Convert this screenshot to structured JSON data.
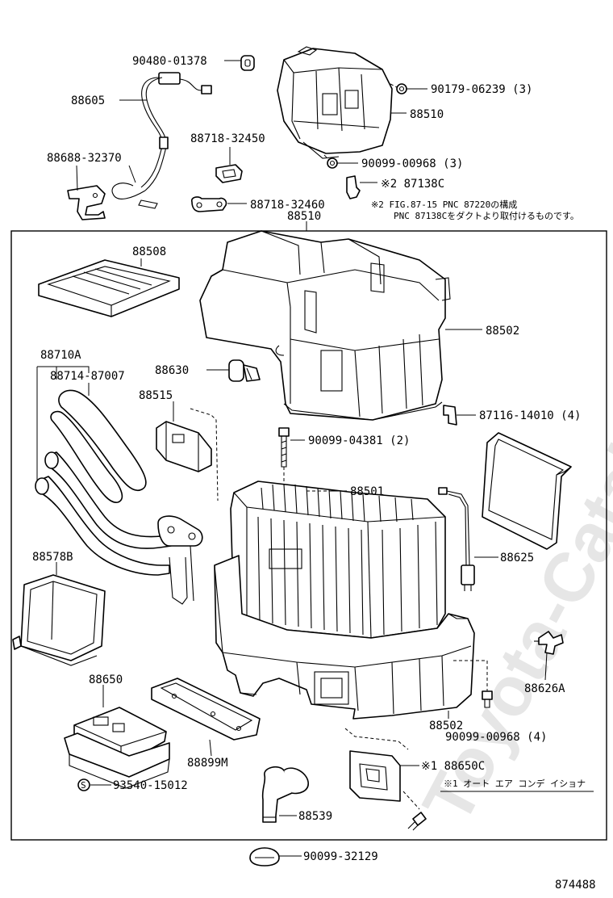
{
  "watermark": "Toyota-Catalog.ru",
  "labels": {
    "p90480_01378": "90480-01378",
    "p88605": "88605",
    "p88688_32370": "88688-32370",
    "p88718_32450": "88718-32450",
    "p88718_32460": "88718-32460",
    "p90179_06239": "90179-06239 (3)",
    "p88510_top": "88510",
    "p90099_00968_3": "90099-00968 (3)",
    "p87138C": "※2 87138C",
    "p88510_frame": "88510",
    "p88508": "88508",
    "p88502_top": "88502",
    "p88710A": "88710A",
    "p88714_87007": "88714-87007",
    "p88630": "88630",
    "p88515": "88515",
    "p87116_14010": "87116-14010 (4)",
    "p90099_04381": "90099-04381 (2)",
    "p88501": "88501",
    "p88625": "88625",
    "p88578B": "88578B",
    "p88626A": "88626A",
    "p88650": "88650",
    "p88502_bottom": "88502",
    "p90099_00968_4": "90099-00968 (4)",
    "p88899M": "88899M",
    "p88650C": "※1 88650C",
    "p93540_15012": "93540-15012",
    "p88539": "88539",
    "p90099_32129": "90099-32129"
  },
  "notes": {
    "note2_line1": "※2 FIG.87-15 PNC 87220の構成",
    "note2_line2": "PNC 87138Cをダクトより取付けるものです。",
    "note1": "※1 オート エア コンデ イショナ"
  },
  "marker_s": "S",
  "diagram_number": "874488"
}
